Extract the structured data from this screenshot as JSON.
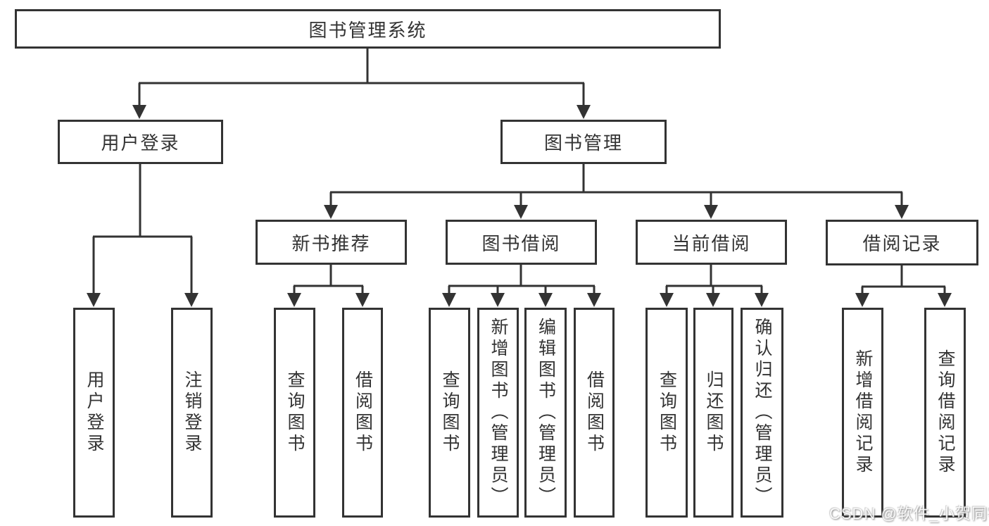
{
  "tree": {
    "root": {
      "label": "图书管理系统"
    },
    "branches": [
      {
        "label": "用户登录",
        "children": [
          {
            "label": "用户登录"
          },
          {
            "label": "注销登录"
          }
        ]
      },
      {
        "label": "图书管理",
        "children": [
          {
            "label": "新书推荐",
            "children": [
              {
                "label": "查询图书"
              },
              {
                "label": "借阅图书"
              }
            ]
          },
          {
            "label": "图书借阅",
            "children": [
              {
                "label": "查询图书"
              },
              {
                "label": "新增图书（管理员）"
              },
              {
                "label": "编辑图书（管理员）"
              },
              {
                "label": "借阅图书"
              }
            ]
          },
          {
            "label": "当前借阅",
            "children": [
              {
                "label": "查询图书"
              },
              {
                "label": "归还图书"
              },
              {
                "label": "确认归还（管理员）"
              }
            ]
          },
          {
            "label": "借阅记录",
            "children": [
              {
                "label": "新增借阅记录"
              },
              {
                "label": "查询借阅记录"
              }
            ]
          }
        ]
      }
    ]
  },
  "watermark": {
    "text": "CSDN @软件_小贺同学"
  },
  "colors": {
    "line": "#333333",
    "text": "#333333",
    "background": "#ffffff",
    "box_fill": "#ffffff",
    "watermark_text": "#ffffff"
  }
}
